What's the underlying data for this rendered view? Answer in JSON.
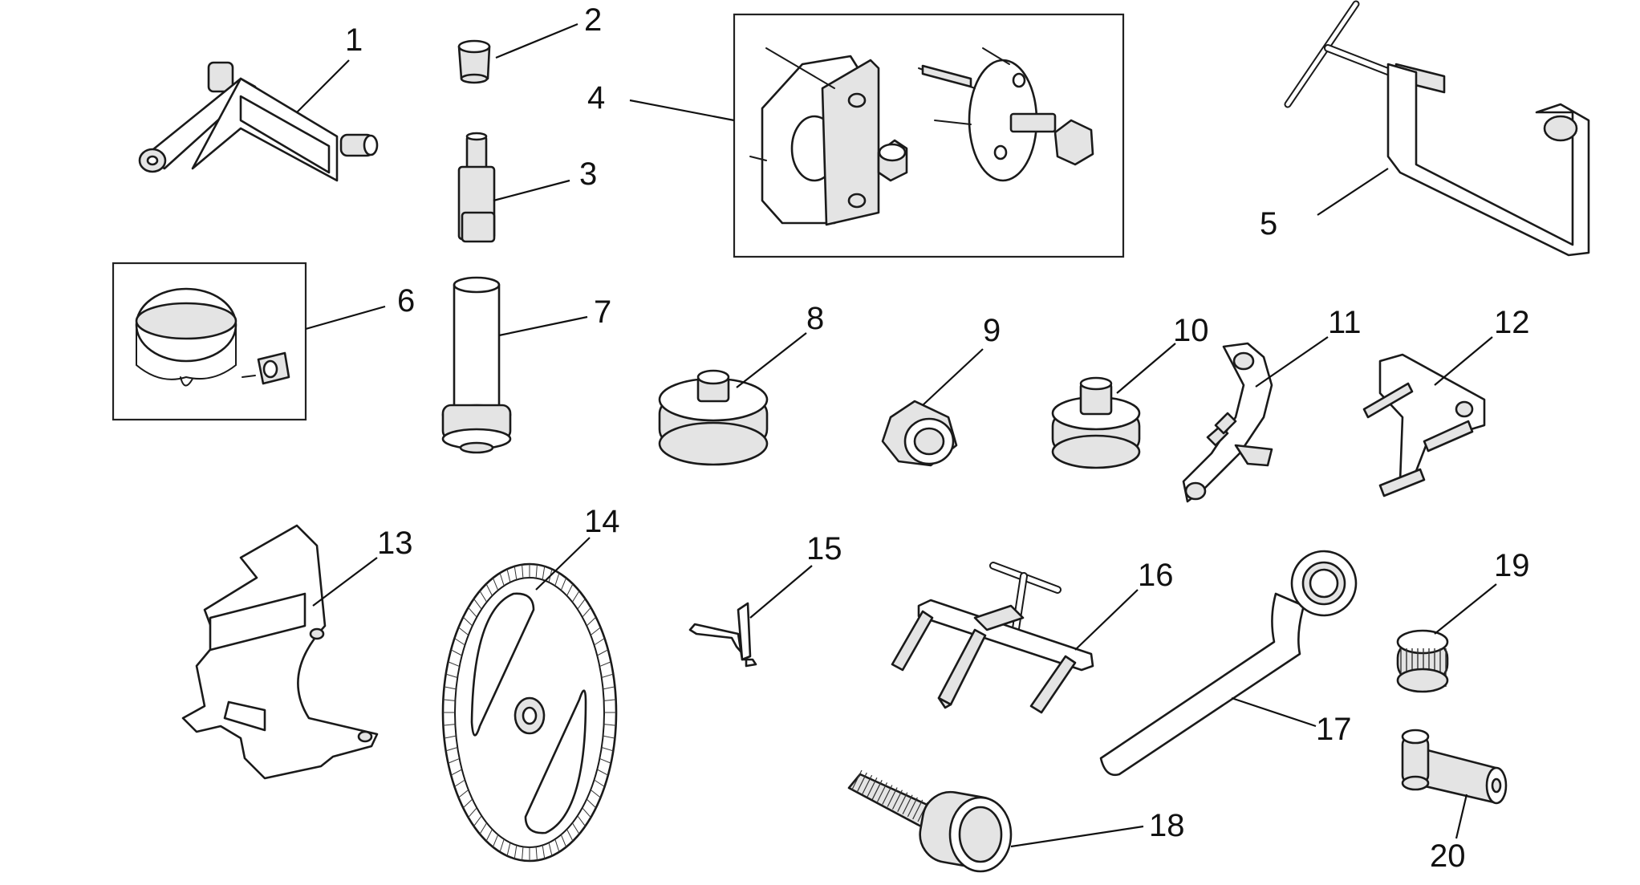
{
  "callouts": [
    {
      "id": "1",
      "text": "1"
    },
    {
      "id": "2",
      "text": "2"
    },
    {
      "id": "3",
      "text": "3"
    },
    {
      "id": "4",
      "text": "4"
    },
    {
      "id": "5",
      "text": "5"
    },
    {
      "id": "6",
      "text": "6"
    },
    {
      "id": "7",
      "text": "7"
    },
    {
      "id": "8",
      "text": "8"
    },
    {
      "id": "9",
      "text": "9"
    },
    {
      "id": "10",
      "text": "10"
    },
    {
      "id": "11",
      "text": "11"
    },
    {
      "id": "12",
      "text": "12"
    },
    {
      "id": "13",
      "text": "13"
    },
    {
      "id": "14",
      "text": "14"
    },
    {
      "id": "15",
      "text": "15"
    },
    {
      "id": "16",
      "text": "16"
    },
    {
      "id": "17",
      "text": "17"
    },
    {
      "id": "18",
      "text": "18"
    },
    {
      "id": "19",
      "text": "19"
    },
    {
      "id": "20",
      "text": "20"
    }
  ],
  "colors": {
    "line": "#111111",
    "background": "#ffffff",
    "shade": "#e4e4e4"
  }
}
